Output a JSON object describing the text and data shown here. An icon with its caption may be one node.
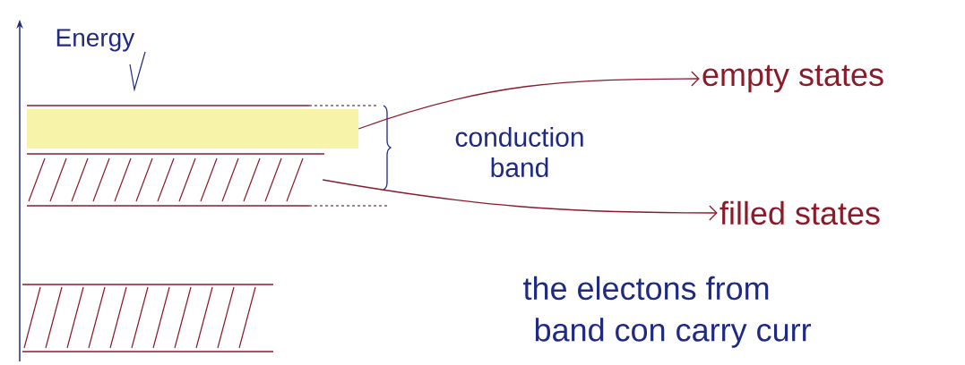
{
  "diagram": {
    "nodes": [
      {
        "text": [
          "empty states"
        ]
      },
      {
        "text": [
          "filled states"
        ]
      },
      {
        "text": [],
        "shape": "box"
      },
      {
        "text": [],
        "shape": "bar"
      },
      {
        "text": [],
        "shape": "bar"
      }
    ],
    "edges": [
      {
        "from": 2,
        "to": 0,
        "arrow": "to"
      },
      {
        "from": 3,
        "to": 1,
        "arrow": "to"
      }
    ],
    "labels": [
      "Energy",
      "conduction band",
      "the electons from",
      "band con carry curr"
    ]
  }
}
